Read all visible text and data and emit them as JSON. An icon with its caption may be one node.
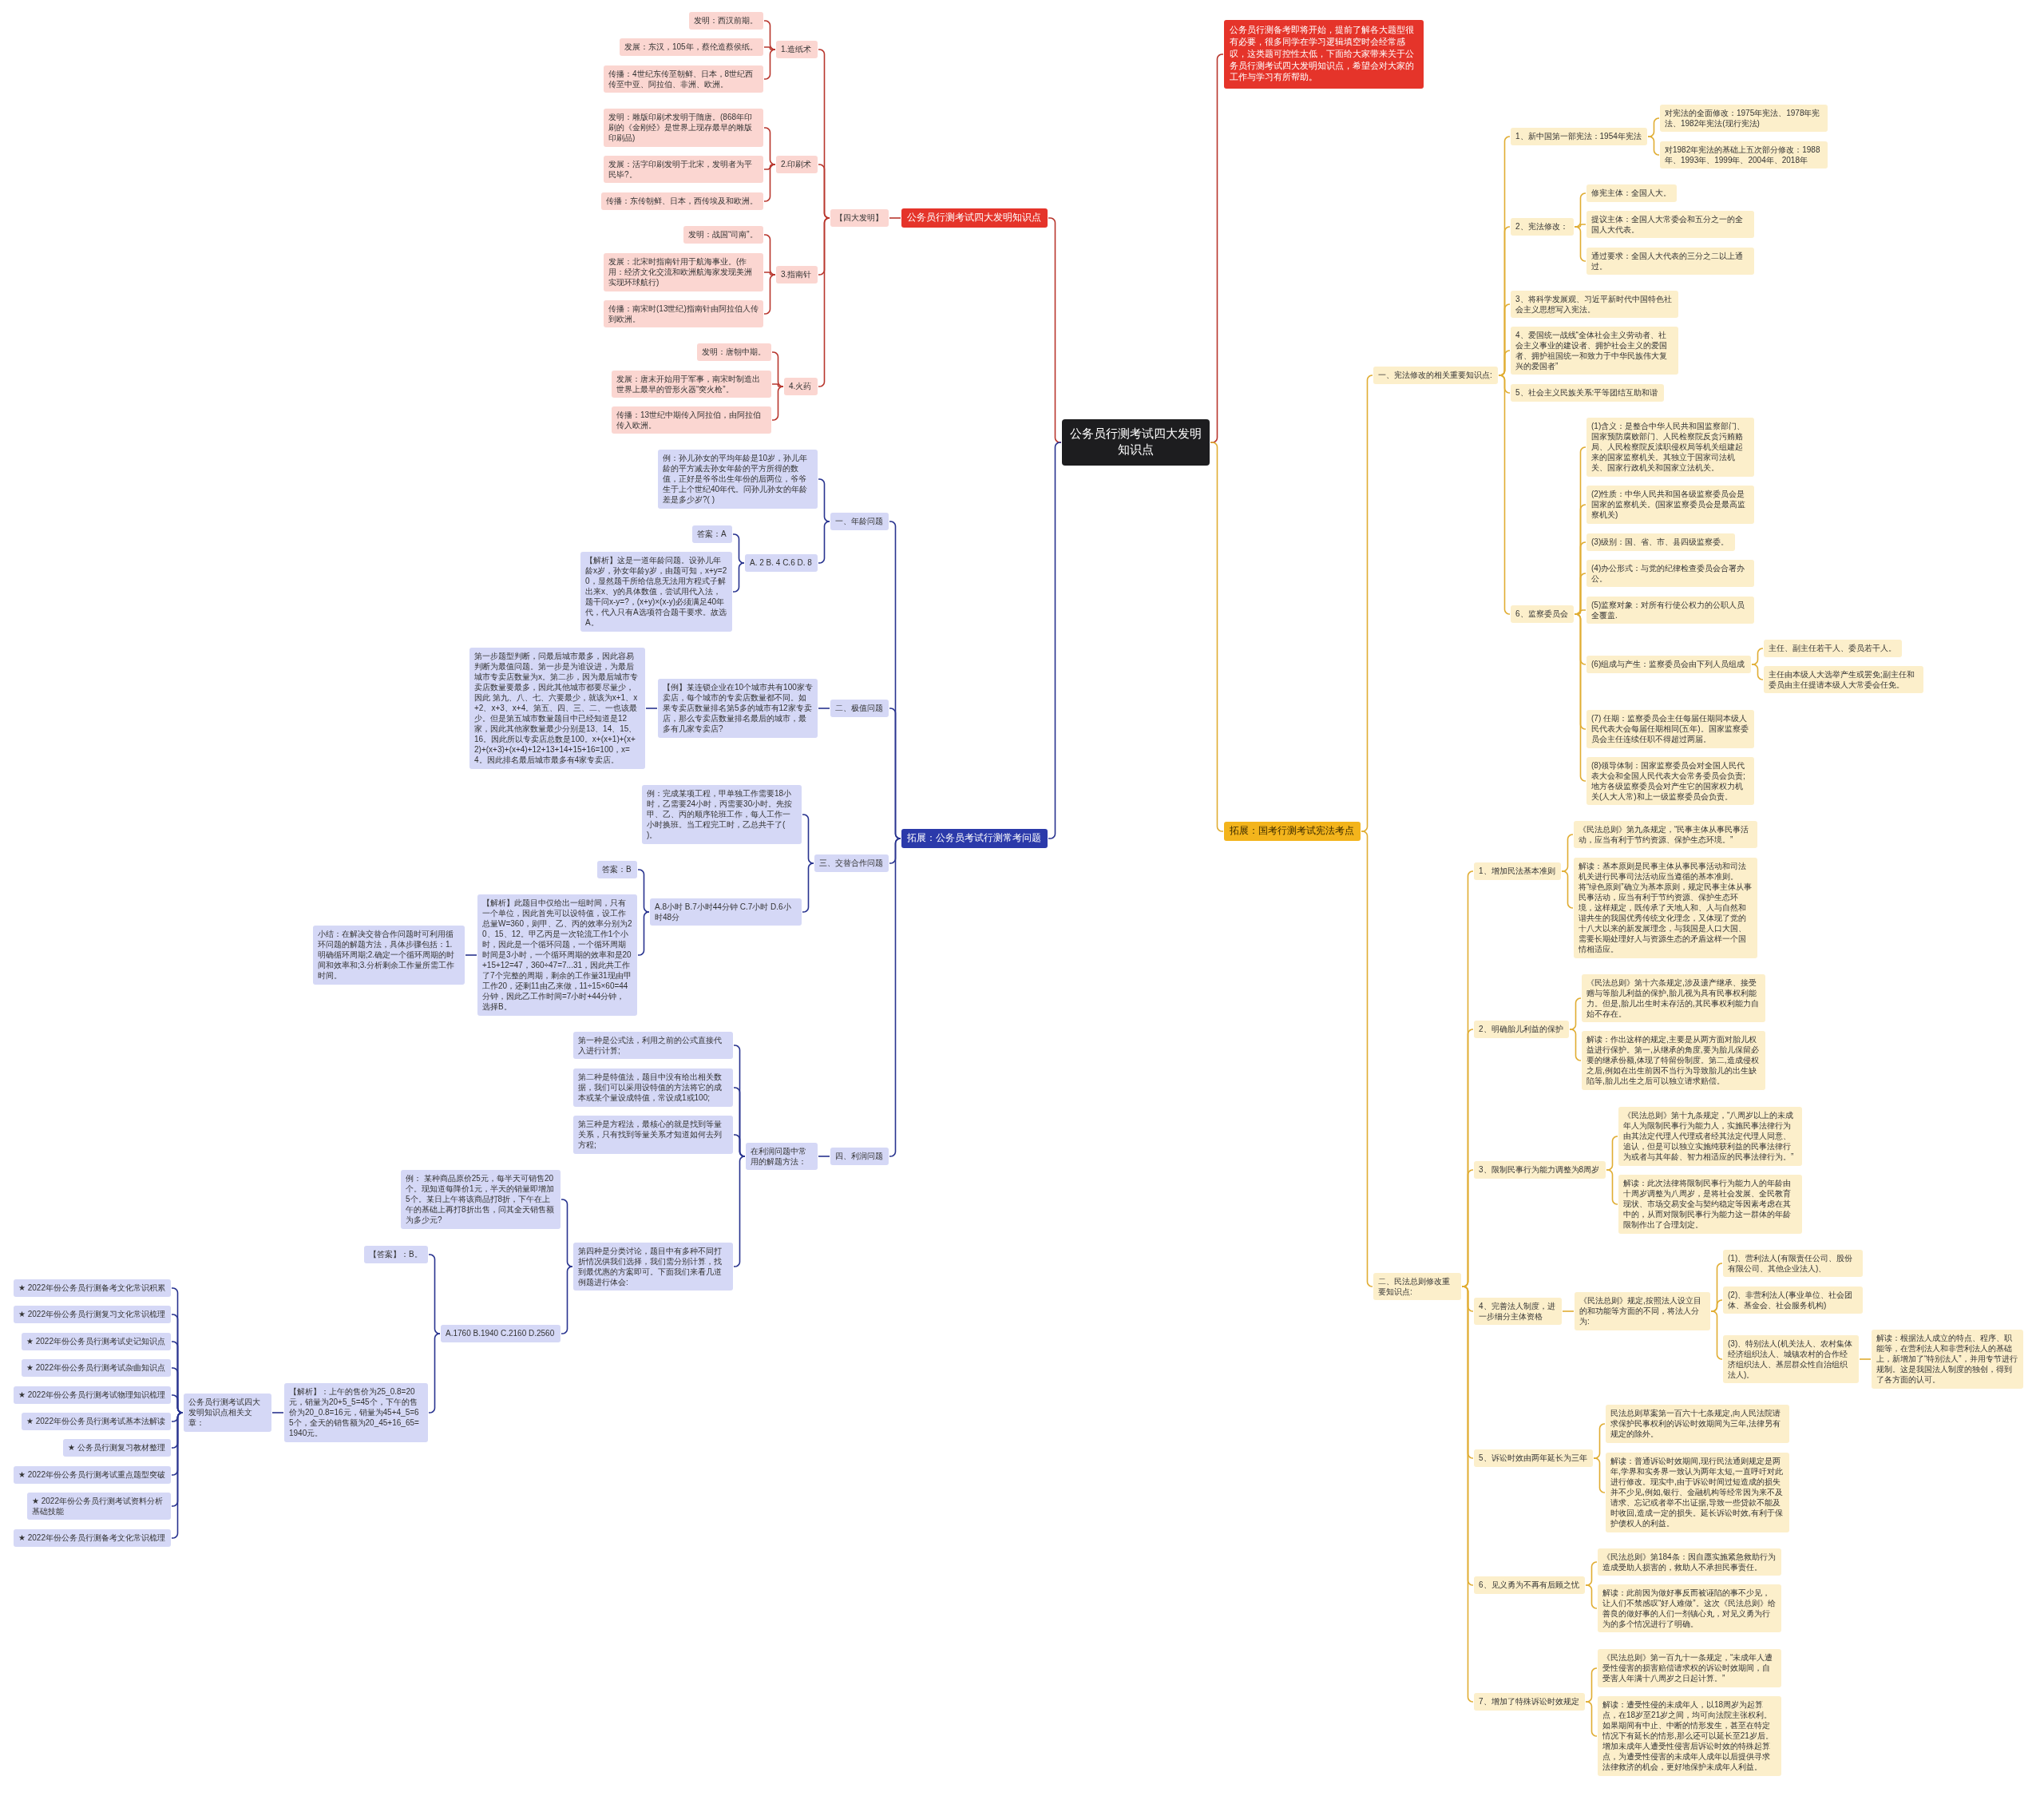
{
  "diagram": {
    "nodes": [
      {
        "text": [
          "公务员行测考试四大发明知识点"
        ]
      },
      {
        "text": [
          "公务员行测考试四大发明知识点"
        ]
      },
      {
        "text": [
          "【四大发明】"
        ]
      },
      {
        "text": [
          "1.造纸术"
        ]
      },
      {
        "text": [
          "发明：西汉前期。"
        ]
      },
      {
        "text": [
          "发展：东汉，105年，蔡伦造蔡侯纸。"
        ]
      },
      {
        "text": [
          "传播：4世纪东传至朝鲜、日本，8世纪西传至中亚、阿拉伯、非洲、欧洲。"
        ]
      },
      {
        "text": [
          "2.印刷术"
        ]
      },
      {
        "text": [
          "发明：雕版印刷术发明于隋唐。(868年印刷的《金刚经》是世界上现存最早的雕版印刷品)"
        ]
      },
      {
        "text": [
          "发展：活字印刷发明于北宋，发明者为平民毕?。"
        ]
      },
      {
        "text": [
          "传播：东传朝鲜、日本，西传埃及和欧洲。"
        ]
      },
      {
        "text": [
          "3.指南针"
        ]
      },
      {
        "text": [
          "发明：战国“司南”。"
        ]
      },
      {
        "text": [
          "发展：北宋时指南针用于航海事业。(作用：经济文化交流和欧洲航海家发现美洲实现环球航行)"
        ]
      },
      {
        "text": [
          "传播：南宋时(13世纪)指南针由阿拉伯人传到欧洲。"
        ]
      },
      {
        "text": [
          "4.火药"
        ]
      },
      {
        "text": [
          "发明：唐朝中期。"
        ]
      },
      {
        "text": [
          "发展：唐末开始用于军事，南宋时制造出世界上最早的管形火器“突火枪”。"
        ]
      },
      {
        "text": [
          "传播：13世纪中期传入阿拉伯，由阿拉伯传入欧洲。"
        ]
      },
      {
        "text": [
          "拓展：公务员考试行测常考问题"
        ]
      },
      {
        "text": [
          "一、年龄问题"
        ]
      },
      {
        "text": [
          "例：孙儿孙女的平均年龄是10岁，孙儿年龄的平方减去孙女年龄的平方所得的数值，正好是爷爷出生年份的后两位，爷爷生于上个世纪40年代。问孙儿孙女的年龄差是多少岁?( )"
        ]
      },
      {
        "text": [
          "A. 2 B. 4 C.6 D. 8"
        ]
      },
      {
        "text": [
          "答案：A"
        ]
      },
      {
        "text": [
          "【解析】这是一道年龄问题。设孙儿年龄x岁，孙女年龄y岁，由题可知，x+y=20，显然题干所给信息无法用方程式子解出来x、y的具体数值，尝试用代入法，题干问x-y=?，(x+y)×(x-y)必须满足40年代，代入只有A选项符合题干要求。故选A。"
        ]
      },
      {
        "text": [
          "二、极值问题"
        ]
      },
      {
        "text": [
          "【例】某连锁企业在10个城市共有100家专卖店，每个城市的专卖店数量都不同。如果专卖店数量排名第5多的城市有12家专卖店，那么专卖店数量排名最后的城市，最多有几家专卖店?"
        ]
      },
      {
        "text": [
          "第一步题型判断，问最后城市最多，因此容易判断为最值问题。第一步是为谁设进，为最后城市专卖店数量为x。第二步，因为最后城市专卖店数量要最多，因此其他城市都要尽量少，因此 第九、八、七、六要最少，就该为x+1、x+2、x+3、x+4。第五、四、三、二、一也该最少。但是第五城市数量题目中已经知道是12家，因此其他家数量最少分别是13、14、15、16。因此所以专卖店总数是100。x+(x+1)+(x+2)+(x+3)+(x+4)+12+13+14+15+16=100，x=4。因此排名最后城市最多有4家专卖店。"
        ]
      },
      {
        "text": [
          "三、交替合作问题"
        ]
      },
      {
        "text": [
          "例：完成某项工程，甲单独工作需要18小时，乙需要24小时，丙需要30小时。先按甲、乙、丙的顺序轮班工作，每人工作一小时换班。当工程完工时，乙总共干了( )。"
        ]
      },
      {
        "text": [
          "A.8小时 B.7小时44分钟 C.7小时 D.6小时48分"
        ]
      },
      {
        "text": [
          "答案：B"
        ]
      },
      {
        "text": [
          "【解析】此题目中仅给出一组时间，只有一个单位，因此首先可以设特值，设工作总量W=360，则甲、乙、丙的效率分别为20、15、12。甲乙丙是一次轮流工作1个小时，因此是一个循环问题，一个循环周期时间是3小时，一个循环周期的效率和是20+15+12=47，360÷47=7...31，因此共工作了7个完整的周期，剩余的工作量31现由甲工作20，还剩11由乙来做，11÷15×60=44分钟，因此乙工作时间=7小时+44分钟，选择B。"
        ]
      },
      {
        "text": [
          "小结：在解决交替合作问题时可利用循环问题的解题方法，具体步骤包括：1.明确循环周期;2.确定一个循环周期的时间和效率和;3.分析剩余工作量所需工作时间。"
        ]
      },
      {
        "text": [
          "四、利润问题"
        ]
      },
      {
        "text": [
          "在利润问题中常用的解题方法："
        ]
      },
      {
        "text": [
          "第一种是公式法，利用之前的公式直接代入进行计算;"
        ]
      },
      {
        "text": [
          "第二种是特值法，题目中没有给出相关数据，我们可以采用设特值的方法将它的成本或某个量设成特值，常设成1或100;"
        ]
      },
      {
        "text": [
          "第三种是方程法，最核心的就是找到等量关系，只有找到等量关系才知道如何去列方程;"
        ]
      },
      {
        "text": [
          "第四种是分类讨论，题目中有多种不同打折情况供我们选择，我们需分别计算，找到最优惠的方案即可。下面我们来看几道例题进行体会:"
        ]
      },
      {
        "text": [
          "例： 某种商品原价25元，每半天可销售20个。现知道每降价1元，半天的销量即增加5个。某日上午将该商品打8折，下午在上午的基础上再打8折出售，问其全天销售额为多少元?"
        ]
      },
      {
        "text": [
          "A.1760 B.1940 C.2160 D.2560"
        ]
      },
      {
        "text": [
          "【答案】：B。"
        ]
      },
      {
        "text": [
          "【解析】：上午的售价为25_0.8=20元，销量为20+5_5=45个，下午的售价为20_0.8=16元，销量为45+4_5=65个，全天的销售额为20_45+16_65=1940元。"
        ]
      },
      {
        "text": [
          "公务员行测考试四大发明知识点相关文章："
        ]
      },
      {
        "text": [
          "★ 2022年份公务员行测备考文化常识积累"
        ]
      },
      {
        "text": [
          "★ 2022年份公务员行测复习文化常识梳理"
        ]
      },
      {
        "text": [
          "★ 2022年份公务员行测考试史记知识点"
        ]
      },
      {
        "text": [
          "★ 2022年份公务员行测考试杂曲知识点"
        ]
      },
      {
        "text": [
          "★ 2022年份公务员行测考试物理知识梳理"
        ]
      },
      {
        "text": [
          "★ 2022年份公务员行测考试基本法解读"
        ]
      },
      {
        "text": [
          "★ 公务员行测复习教材整理"
        ]
      },
      {
        "text": [
          "★ 2022年份公务员行测考试重点题型突破"
        ]
      },
      {
        "text": [
          "★ 2022年份公务员行测考试资料分析基础技能"
        ]
      },
      {
        "text": [
          "★ 2022年份公务员行测备考文化常识梳理"
        ]
      },
      {
        "text": [
          "公务员行测备考即将开始，提前了解各大题型很有必要，很多同学在学习逻辑填空时会经常感叹，这类题可控性太低，下面给大家带来关于公务员行测考试四大发明知识点，希望会对大家的工作与学习有所帮助。"
        ]
      },
      {
        "text": [
          "拓展：国考行测考试宪法考点"
        ]
      },
      {
        "text": [
          "一、宪法修改的相关重要知识点:"
        ]
      },
      {
        "text": [
          "1、新中国第一部宪法：1954年宪法"
        ]
      },
      {
        "text": [
          "对宪法的全面修改：1975年宪法、1978年宪法、1982年宪法(现行宪法)"
        ]
      },
      {
        "text": [
          "对1982年宪法的基础上五次部分修改：1988年、1993年、1999年、2004年、2018年"
        ]
      },
      {
        "text": [
          "2、宪法修改："
        ]
      },
      {
        "text": [
          "修宪主体：全国人大。"
        ]
      },
      {
        "text": [
          "提议主体：全国人大常委会和五分之一的全国人大代表。"
        ]
      },
      {
        "text": [
          "通过要求：全国人大代表的三分之二以上通过。"
        ]
      },
      {
        "text": [
          "3、将科学发展观、习近平新时代中国特色社会主义思想写入宪法。"
        ]
      },
      {
        "text": [
          "4、爱国统一战线“全体社会主义劳动者、社会主义事业的建设者、拥护社会主义的爱国者、拥护祖国统一和致力于中华民族伟大复兴的爱国者”"
        ]
      },
      {
        "text": [
          "5、社会主义民族关系:平等团结互助和谐"
        ]
      },
      {
        "text": [
          "6、监察委员会"
        ]
      },
      {
        "text": [
          "(1)含义：是整合中华人民共和国监察部门、国家预防腐败部门、人民检察院反贪污贿赂局、人民检察院反渎职侵权局等机关组建起来的国家监察机关。其独立于国家司法机关、国家行政机关和国家立法机关。"
        ]
      },
      {
        "text": [
          "(2)性质：中华人民共和国各级监察委员会是国家的监察机关。(国家监察委员会是最高监察机关)"
        ]
      },
      {
        "text": [
          "(3)级别：国、省、市、县四级监察委。"
        ]
      },
      {
        "text": [
          "(4)办公形式：与党的纪律检查委员会合署办公。"
        ]
      },
      {
        "text": [
          "(5)监察对象：对所有行使公权力的公职人员全覆盖."
        ]
      },
      {
        "text": [
          "(6)组成与产生：监察委员会由下列人员组成"
        ]
      },
      {
        "text": [
          "主任、副主任若干人、委员若干人。"
        ]
      },
      {
        "text": [
          "主任由本级人大选举产生或罢免;副主任和委员由主任提请本级人大常委会任免。"
        ]
      },
      {
        "text": [
          "(7) 任期：监察委员会主任每届任期同本级人民代表大会每届任期相同(五年)。国家监察委员会主任连续任职不得超过两届。"
        ]
      },
      {
        "text": [
          "(8)领导体制：国家监察委员会对全国人民代表大会和全国人民代表大会常务委员会负责;地方各级监察委员会对产生它的国家权力机关(人大人常)和上一级监察委员会负责。"
        ]
      },
      {
        "text": [
          "二、民法总则修改重要知识点:"
        ]
      },
      {
        "text": [
          "1、增加民法基本准则"
        ]
      },
      {
        "text": [
          "《民法总则》第九条规定，“民事主体从事民事活动，应当有利于节约资源、保护生态环境。”"
        ]
      },
      {
        "text": [
          "解读：基本原则是民事主体从事民事活动和司法机关进行民事司法活动应当遵循的基本准则。将“绿色原则”确立为基本原则，规定民事主体从事民事活动，应当有利于节约资源、保护生态环境，这样规定，既传承了天地人和、人与自然和谐共生的我国优秀传统文化理念，又体现了党的十八大以来的新发展理念，与我国是人口大国、需要长期处理好人与资源生态的矛盾这样一个国情相适应。"
        ]
      },
      {
        "text": [
          "2、明确胎儿利益的保护"
        ]
      },
      {
        "text": [
          "《民法总则》第十六条规定,涉及遗产继承、接受赠与等胎儿利益的保护,胎儿视为具有民事权利能力。但是,胎儿出生时未存活的,其民事权利能力自始不存在。"
        ]
      },
      {
        "text": [
          "解读：作出这样的规定,主要是从两方面对胎儿权益进行保护。第一,从继承的角度,要为胎儿保留必要的继承份额,体现了特留份制度。第二,造成侵权之后,例如在出生前因不当行为导致胎儿的出生缺陷等,胎儿出生之后可以独立请求赔偿。"
        ]
      },
      {
        "text": [
          "3、限制民事行为能力调整为8周岁"
        ]
      },
      {
        "text": [
          "《民法总则》第十九条规定，“八周岁以上的未成年人为限制民事行为能力人，实施民事法律行为由其法定代理人代理或者经其法定代理人同意、追认，但是可以独立实施纯获利益的民事法律行为或者与其年龄、智力相适应的民事法律行为。”"
        ]
      },
      {
        "text": [
          "解读：此次法律将限制民事行为能力人的年龄由十周岁调整为八周岁，是将社会发展、全民教育现状、市场交易安全与契约稳定等因素考虑在其中的，从而对限制民事行为能力这一群体的年龄限制作出了合理划定。"
        ]
      },
      {
        "text": [
          "4、完善法人制度，进一步细分主体资格"
        ]
      },
      {
        "text": [
          "《民法总则》规定,按照法人设立目的和功能等方面的不同，将法人分为:"
        ]
      },
      {
        "text": [
          "(1)、营利法人(有限责任公司、股份有限公司、其他企业法人)、"
        ]
      },
      {
        "text": [
          "(2)、非营利法人(事业单位、社会团体、基金会、社会服务机构)"
        ]
      },
      {
        "text": [
          "(3)、特别法人(机关法人、农村集体经济组织法人、城镇农村的合作经济组织法人、基层群众性自治组织法人)。"
        ]
      },
      {
        "text": [
          "解读：根据法人成立的特点、程序、职能等，在营利法人和非营利法人的基础上，新增加了“特别法人”，并用专节进行规制。这是我国法人制度的独创，得到了各方面的认可。"
        ]
      },
      {
        "text": [
          "5、诉讼时效由两年延长为三年"
        ]
      },
      {
        "text": [
          "民法总则草案第一百六十七条规定,向人民法院请求保护民事权利的诉讼时效期间为三年,法律另有规定的除外。"
        ]
      },
      {
        "text": [
          "解读：普通诉讼时效期间,现行民法通则规定是两年,学界和实务界一致认为两年太短,一直呼吁对此进行修改。现实中,由于诉讼时间过短造成的损失并不少见,例如,银行、金融机构等经常因为来不及请求、忘记或者举不出证据,导致一些贷款不能及时收回,造成一定的损失。延长诉讼时效,有利于保护债权人的利益。"
        ]
      },
      {
        "text": [
          "6、见义勇为不再有后顾之忧"
        ]
      },
      {
        "text": [
          "《民法总则》第184条：因自愿实施紧急救助行为造成受助人损害的，救助人不承担民事责任。"
        ]
      },
      {
        "text": [
          "解读：此前因为做好事反而被诬陷的事不少见，让人们不禁感叹“好人难做”。这次《民法总则》给善良的做好事的人们一剂镇心丸，对见义勇为行为的多个情况进行了明确。"
        ]
      },
      {
        "text": [
          "7、增加了特殊诉讼时效规定"
        ]
      },
      {
        "text": [
          "《民法总则》第一百九十一条规定，“未成年人遭受性侵害的损害赔偿请求权的诉讼时效期间，自受害人年满十八周岁之日起计算。”"
        ]
      },
      {
        "text": [
          "解读：遭受性侵的未成年人，以18周岁为起算点，在18岁至21岁之间，均可向法院主张权利。如果期间有中止、中断的情形发生，甚至在特定情况下有延长的情形,那么还可以延长至21岁后。增加未成年人遭受性侵害后诉讼时效的特殊起算点，为遭受性侵害的未成年人成年以后提供寻求法律救济的机会，更好地保护未成年人利益。"
        ]
      }
    ],
    "edges": [
      {
        "from": 0,
        "to": 1,
        "arrow": "none",
        "color": "#b8362d"
      },
      {
        "from": 1,
        "to": 2,
        "arrow": "none",
        "color": "#b8362d"
      },
      {
        "from": 2,
        "to": 3,
        "arrow": "none",
        "color": "#b8362d"
      },
      {
        "from": 3,
        "to": 4,
        "arrow": "none",
        "color": "#b8362d"
      },
      {
        "from": 3,
        "to": 5,
        "arrow": "none",
        "color": "#b8362d"
      },
      {
        "from": 3,
        "to": 6,
        "arrow": "none",
        "color": "#b8362d"
      },
      {
        "from": 2,
        "to": 7,
        "arrow": "none",
        "color": "#b8362d"
      },
      {
        "from": 7,
        "to": 8,
        "arrow": "none",
        "color": "#b8362d"
      },
      {
        "from": 7,
        "to": 9,
        "arrow": "none",
        "color": "#b8362d"
      },
      {
        "from": 7,
        "to": 10,
        "arrow": "none",
        "color": "#b8362d"
      },
      {
        "from": 2,
        "to": 11,
        "arrow": "none",
        "color": "#b8362d"
      },
      {
        "from": 11,
        "to": 12,
        "arrow": "none",
        "color": "#b8362d"
      },
      {
        "from": 11,
        "to": 13,
        "arrow": "none",
        "color": "#b8362d"
      },
      {
        "from": 11,
        "to": 14,
        "arrow": "none",
        "color": "#b8362d"
      },
      {
        "from": 2,
        "to": 15,
        "arrow": "none",
        "color": "#b8362d"
      },
      {
        "from": 15,
        "to": 16,
        "arrow": "none",
        "color": "#b8362d"
      },
      {
        "from": 15,
        "to": 17,
        "arrow": "none",
        "color": "#b8362d"
      },
      {
        "from": 15,
        "to": 18,
        "arrow": "none",
        "color": "#b8362d"
      },
      {
        "from": 0,
        "to": 19,
        "arrow": "none",
        "color": "#28338f"
      },
      {
        "from": 19,
        "to": 20,
        "arrow": "none",
        "color": "#28338f"
      },
      {
        "from": 20,
        "to": 21,
        "arrow": "none",
        "color": "#28338f"
      },
      {
        "from": 20,
        "to": 22,
        "arrow": "none",
        "color": "#28338f"
      },
      {
        "from": 22,
        "to": 23,
        "arrow": "none",
        "color": "#28338f"
      },
      {
        "from": 22,
        "to": 24,
        "arrow": "none",
        "color": "#28338f"
      },
      {
        "from": 19,
        "to": 25,
        "arrow": "none",
        "color": "#28338f"
      },
      {
        "from": 25,
        "to": 26,
        "arrow": "none",
        "color": "#28338f"
      },
      {
        "from": 26,
        "to": 27,
        "arrow": "none",
        "color": "#28338f"
      },
      {
        "from": 19,
        "to": 28,
        "arrow": "none",
        "color": "#28338f"
      },
      {
        "from": 28,
        "to": 29,
        "arrow": "none",
        "color": "#28338f"
      },
      {
        "from": 28,
        "to": 30,
        "arrow": "none",
        "color": "#28338f"
      },
      {
        "from": 30,
        "to": 31,
        "arrow": "none",
        "color": "#28338f"
      },
      {
        "from": 30,
        "to": 32,
        "arrow": "none",
        "color": "#28338f"
      },
      {
        "from": 32,
        "to": 33,
        "arrow": "none",
        "color": "#28338f"
      },
      {
        "from": 19,
        "to": 34,
        "arrow": "none",
        "color": "#28338f"
      },
      {
        "from": 34,
        "to": 35,
        "arrow": "none",
        "color": "#28338f"
      },
      {
        "from": 35,
        "to": 36,
        "arrow": "none",
        "color": "#28338f"
      },
      {
        "from": 35,
        "to": 37,
        "arrow": "none",
        "color": "#28338f"
      },
      {
        "from": 35,
        "to": 38,
        "arrow": "none",
        "color": "#28338f"
      },
      {
        "from": 35,
        "to": 39,
        "arrow": "none",
        "color": "#28338f"
      },
      {
        "from": 39,
        "to": 40,
        "arrow": "none",
        "color": "#28338f"
      },
      {
        "from": 39,
        "to": 41,
        "arrow": "none",
        "color": "#28338f"
      },
      {
        "from": 41,
        "to": 42,
        "arrow": "none",
        "color": "#28338f"
      },
      {
        "from": 41,
        "to": 43,
        "arrow": "none",
        "color": "#28338f"
      },
      {
        "from": 43,
        "to": 44,
        "arrow": "none",
        "color": "#28338f"
      },
      {
        "from": 44,
        "to": 45,
        "arrow": "none",
        "color": "#28338f"
      },
      {
        "from": 44,
        "to": 46,
        "arrow": "none",
        "color": "#28338f"
      },
      {
        "from": 44,
        "to": 47,
        "arrow": "none",
        "color": "#28338f"
      },
      {
        "from": 44,
        "to": 48,
        "arrow": "none",
        "color": "#28338f"
      },
      {
        "from": 44,
        "to": 49,
        "arrow": "none",
        "color": "#28338f"
      },
      {
        "from": 44,
        "to": 50,
        "arrow": "none",
        "color": "#28338f"
      },
      {
        "from": 44,
        "to": 51,
        "arrow": "none",
        "color": "#28338f"
      },
      {
        "from": 44,
        "to": 52,
        "arrow": "none",
        "color": "#28338f"
      },
      {
        "from": 44,
        "to": 53,
        "arrow": "none",
        "color": "#28338f"
      },
      {
        "from": 44,
        "to": 54,
        "arrow": "none",
        "color": "#28338f"
      },
      {
        "from": 0,
        "to": 55,
        "arrow": "none",
        "color": "#b8362d"
      },
      {
        "from": 0,
        "to": 56,
        "arrow": "none"
      },
      {
        "from": 56,
        "to": 57,
        "arrow": "none"
      },
      {
        "from": 57,
        "to": 58,
        "arrow": "none"
      },
      {
        "from": 58,
        "to": 59,
        "arrow": "none"
      },
      {
        "from": 58,
        "to": 60,
        "arrow": "none"
      },
      {
        "from": 57,
        "to": 61,
        "arrow": "none"
      },
      {
        "from": 61,
        "to": 62,
        "arrow": "none"
      },
      {
        "from": 61,
        "to": 63,
        "arrow": "none"
      },
      {
        "from": 61,
        "to": 64,
        "arrow": "none"
      },
      {
        "from": 57,
        "to": 65,
        "arrow": "none"
      },
      {
        "from": 57,
        "to": 66,
        "arrow": "none"
      },
      {
        "from": 57,
        "to": 67,
        "arrow": "none"
      },
      {
        "from": 57,
        "to": 68,
        "arrow": "none"
      },
      {
        "from": 68,
        "to": 69,
        "arrow": "none"
      },
      {
        "from": 68,
        "to": 70,
        "arrow": "none"
      },
      {
        "from": 68,
        "to": 71,
        "arrow": "none"
      },
      {
        "from": 68,
        "to": 72,
        "arrow": "none"
      },
      {
        "from": 68,
        "to": 73,
        "arrow": "none"
      },
      {
        "from": 68,
        "to": 74,
        "arrow": "none"
      },
      {
        "from": 74,
        "to": 75,
        "arrow": "none"
      },
      {
        "from": 74,
        "to": 76,
        "arrow": "none"
      },
      {
        "from": 68,
        "to": 77,
        "arrow": "none"
      },
      {
        "from": 68,
        "to": 78,
        "arrow": "none"
      },
      {
        "from": 56,
        "to": 79,
        "arrow": "none"
      },
      {
        "from": 79,
        "to": 80,
        "arrow": "none"
      },
      {
        "from": 80,
        "to": 81,
        "arrow": "none"
      },
      {
        "from": 80,
        "to": 82,
        "arrow": "none"
      },
      {
        "from": 79,
        "to": 83,
        "arrow": "none"
      },
      {
        "from": 83,
        "to": 84,
        "arrow": "none"
      },
      {
        "from": 83,
        "to": 85,
        "arrow": "none"
      },
      {
        "from": 79,
        "to": 86,
        "arrow": "none"
      },
      {
        "from": 86,
        "to": 87,
        "arrow": "none"
      },
      {
        "from": 86,
        "to": 88,
        "arrow": "none"
      },
      {
        "from": 79,
        "to": 89,
        "arrow": "none"
      },
      {
        "from": 89,
        "to": 90,
        "arrow": "none"
      },
      {
        "from": 90,
        "to": 91,
        "arrow": "none"
      },
      {
        "from": 90,
        "to": 92,
        "arrow": "none"
      },
      {
        "from": 90,
        "to": 93,
        "arrow": "none"
      },
      {
        "from": 93,
        "to": 94,
        "arrow": "none"
      },
      {
        "from": 79,
        "to": 95,
        "arrow": "none"
      },
      {
        "from": 95,
        "to": 96,
        "arrow": "none"
      },
      {
        "from": 95,
        "to": 97,
        "arrow": "none"
      },
      {
        "from": 79,
        "to": 98,
        "arrow": "none"
      },
      {
        "from": 98,
        "to": 99,
        "arrow": "none"
      },
      {
        "from": 98,
        "to": 100,
        "arrow": "none"
      },
      {
        "from": 79,
        "to": 101,
        "arrow": "none"
      },
      {
        "from": 101,
        "to": 102,
        "arrow": "none"
      },
      {
        "from": 101,
        "to": 103,
        "arrow": "none"
      }
    ]
  }
}
